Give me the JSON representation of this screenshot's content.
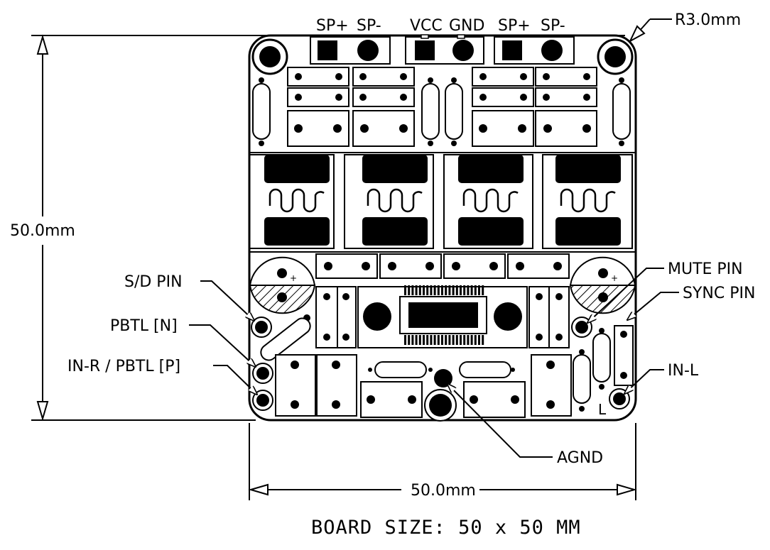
{
  "connector_labels": {
    "sp_plus_left": "SP+",
    "sp_minus_left": "SP-",
    "vcc": "VCC",
    "gnd": "GND",
    "sp_plus_right": "SP+",
    "sp_minus_right": "SP-"
  },
  "dimensions": {
    "corner_radius": "R3.0mm",
    "height": "50.0mm",
    "width": "50.0mm"
  },
  "callouts": {
    "sd_pin": "S/D PIN",
    "pbtl_n": "PBTL [N]",
    "in_r_pbtl_p": "IN-R / PBTL [P]",
    "mute_pin": "MUTE PIN",
    "sync_pin": "SYNC PIN",
    "in_l": "IN-L",
    "agnd": "AGND"
  },
  "silkscreen": {
    "channel_l": "L",
    "plus_marks": [
      "+",
      "+"
    ]
  },
  "caption": "BOARD SIZE: 50 x 50 MM"
}
